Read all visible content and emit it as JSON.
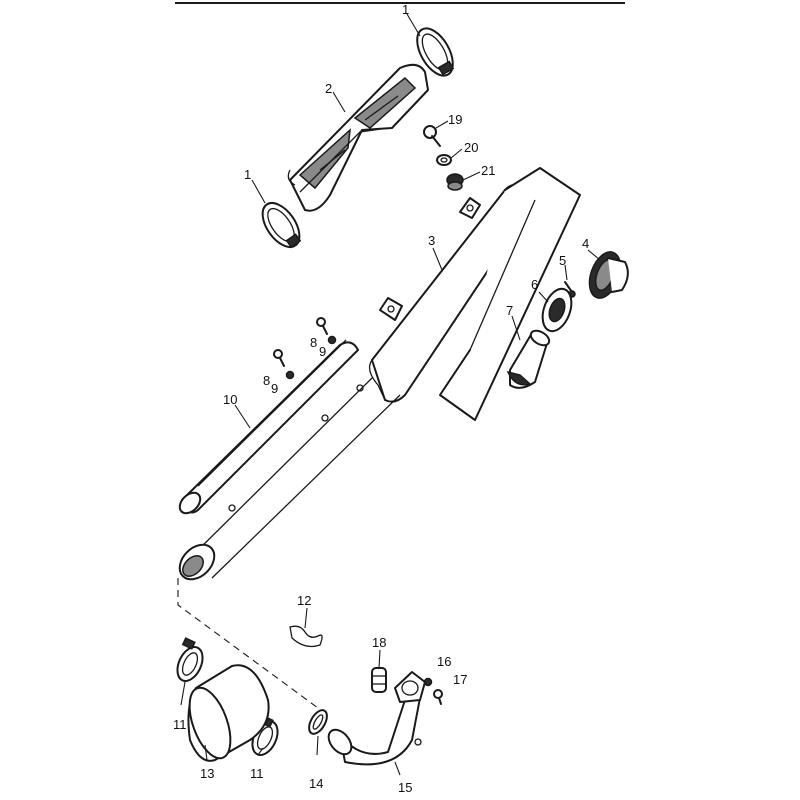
{
  "callouts": {
    "c1_top": "1",
    "c1_left": "1",
    "c2": "2",
    "c3": "3",
    "c4": "4",
    "c5": "5",
    "c6": "6",
    "c7": "7",
    "c8_a": "8",
    "c8_b": "8",
    "c9_a": "9",
    "c9_b": "9",
    "c10": "10",
    "c11_a": "11",
    "c11_b": "11",
    "c12": "12",
    "c13": "13",
    "c14": "14",
    "c15": "15",
    "c16": "16",
    "c17": "17",
    "c18": "18",
    "c19": "19",
    "c20": "20",
    "c21": "21"
  }
}
